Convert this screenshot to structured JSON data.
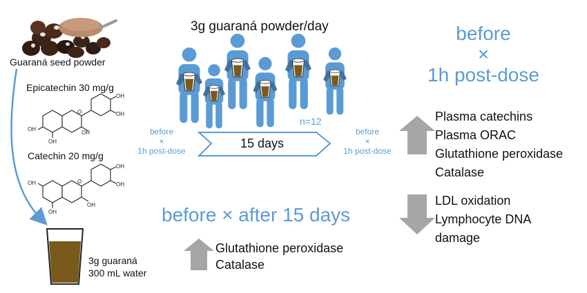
{
  "left": {
    "seed_label": "Guaraná seed powder",
    "epicatechin": "Epicatechin 30 mg/g",
    "catechin": "Catechin 20 mg/g",
    "cup_line1": "3g guaraná",
    "cup_line2": "300 mL water"
  },
  "middle": {
    "dose_title": "3g guaraná powder/day",
    "n_label": "n=12",
    "days": "15 days",
    "side_before": "before",
    "side_times": "×",
    "side_post": "1h post-dose",
    "bottom_title": "before × after 15 days",
    "bottom_items": [
      "Glutathione peroxidase",
      "Catalase"
    ]
  },
  "right": {
    "title_before": "before",
    "title_times": "×",
    "title_post": "1h post-dose",
    "up_items": [
      "Plasma catechins",
      "Plasma ORAC",
      "Glutathione peroxidase",
      "Catalase"
    ],
    "down_items": [
      "LDL oxidation",
      "Lymphocyte DNA",
      "damage"
    ]
  },
  "colors": {
    "accent": "#5b9bd5",
    "arrow_gray": "#a6a6a6",
    "liquid": "#7a5a1c"
  },
  "icons": {
    "people": "person-with-cup-icon",
    "up": "up-arrow-icon",
    "down": "down-arrow-icon"
  },
  "molecule_labels": {
    "oh": "OH",
    "o": "O"
  }
}
